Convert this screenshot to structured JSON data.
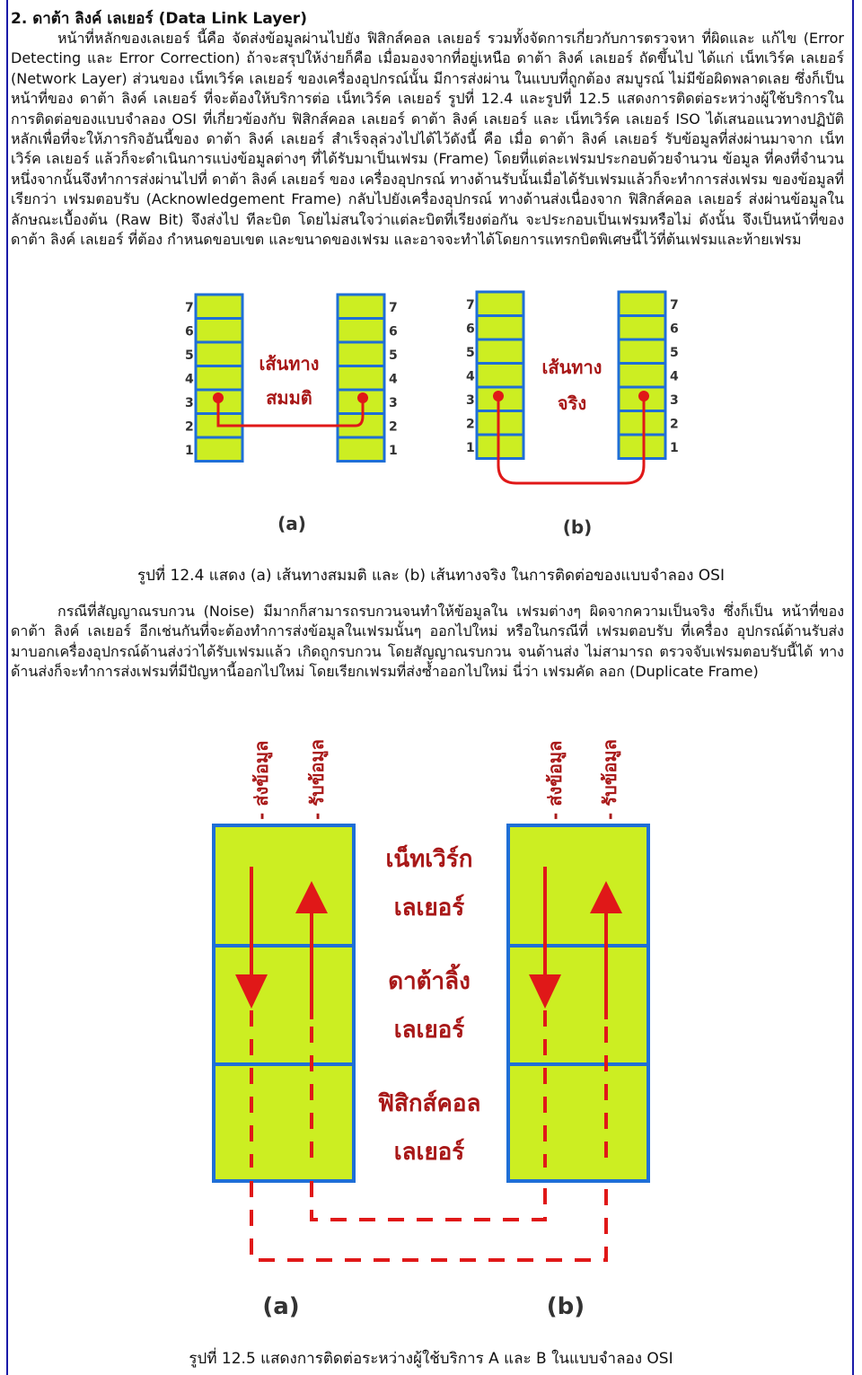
{
  "section": {
    "heading": "2. ดาต้า ลิงค์ เลเยอร์ (Data Link Layer)",
    "para1": "หน้าที่หลักของเลเยอร์ นี้คือ จัดส่งข้อมูลผ่านไปยัง ฟิสิกส์คอล เลเยอร์ รวมทั้งจัดการเกี่ยวกับการตรวจหา ที่ผิดและ แก้ไข (Error Detecting และ Error Correction) ถ้าจะสรุปให้ง่ายก็คือ เมื่อมองจากที่อยู่เหนือ ดาต้า ลิงค์ เลเยอร์ ถัดขึ้นไป ได้แก่ เน็ทเวิร์ค เลเยอร์ (Network Layer) ส่วนของ เน็ทเวิร์ค เลเยอร์ ของเครื่องอุปกรณ์นั้น มีการส่งผ่าน ในแบบที่ถูกต้อง สมบูรณ์ ไม่มีข้อผิดพลาดเลย ซึ่งก็เป็นหน้าที่ของ ดาต้า ลิงค์ เลเยอร์ ที่จะต้องให้บริการต่อ เน็ทเวิร์ค เลเยอร์ รูปที่ 12.4 และรูปที่ 12.5 แสดงการติดต่อระหว่างผู้ใช้บริการในการติดต่อของแบบจำลอง OSI ที่เกี่ยวข้องกับ ฟิสิกส์คอล เลเยอร์ ดาต้า ลิงค์ เลเยอร์ และ เน็ทเวิร์ค เลเยอร์ ISO ได้เสนอแนวทางปฏิบัติหลักเพื่อที่จะให้ภารกิจอันนี้ของ ดาต้า ลิงค์ เลเยอร์ สำเร็จลุล่วงไปได้ไว้ดังนี้ คือ เมื่อ ดาต้า ลิงค์ เลเยอร์ รับข้อมูลที่ส่งผ่านมาจาก เน็ทเวิร์ค เลเยอร์ แล้วก็จะดำเนินการแบ่งข้อมูลต่างๆ ที่ได้รับมาเป็นเฟรม (Frame) โดยที่แต่ละเฟรมประกอบด้วยจำนวน ข้อมูล ที่คงที่จำนวนหนึ่งจากนั้นจึงทำการส่งผ่านไปที่ ดาต้า ลิงค์ เลเยอร์ ของ เครื่องอุปกรณ์ ทางด้านรับนั้นเมื่อได้รับเฟรมแล้วก็จะทำการส่งเฟรม ของข้อมูลที่เรียกว่า เฟรมตอบรับ (Acknowledgement Frame) กลับไปยังเครื่องอุปกรณ์ ทางด้านส่งเนื่องจาก ฟิสิกส์คอล เลเยอร์ ส่งผ่านข้อมูลในลักษณะเบื้องต้น (Raw Bit) จึงส่งไป ทีละบิต โดยไม่สนใจว่าแต่ละบิตที่เรียงต่อกัน จะประกอบเป็นเฟรมหรือไม่ ดังนั้น จึงเป็นหน้าที่ของ ดาต้า ลิงค์ เลเยอร์ ที่ต้อง กำหนดขอบเขต และขนาดของเฟรม และอาจจะทำได้โดยการแทรกบิตพิเศษนี้ไว้ที่ต้นเฟรมและท้ายเฟรม",
    "para2": "กรณีที่สัญญาณรบกวน (Noise) มีมากก็สามารถรบกวนจนทำให้ข้อมูลใน เฟรมต่างๆ ผิดจากความเป็นจริง ซึ่งก็เป็น หน้าที่ของ ดาต้า ลิงค์ เลเยอร์ อีกเช่นกันที่จะต้องทำการส่งข้อมูลในเฟรมนั้นๆ ออกไปใหม่ หรือในกรณีที่ เฟรมตอบรับ ที่เครื่อง อุปกรณ์ด้านรับส่ง มาบอกเครื่องอุปกรณ์ด้านส่งว่าได้รับเฟรมแล้ว เกิดถูกรบกวน โดยสัญญาณรบกวน จนด้านส่ง ไม่สามารถ ตรวจจับเฟรมตอบรับนี้ได้ ทางด้านส่งก็จะทำการส่งเฟรมที่มีปัญหานี้ออกไปใหม่ โดยเรียกเฟรมที่ส่งซ้ำออกไปใหม่ นี่ว่า เฟรมคัด ลอก (Duplicate Frame)"
  },
  "figure1": {
    "levels": [
      "7",
      "6",
      "5",
      "4",
      "3",
      "2",
      "1"
    ],
    "label_a_line1": "เส้นทาง",
    "label_a_line2": "สมมติ",
    "label_b_line1": "เส้นทาง",
    "label_b_line2": "จริง",
    "sub_a": "(a)",
    "sub_b": "(b)",
    "caption": "รูปที่ 12.4 แสดง (a) เส้นทางสมมติ และ (b) เส้นทางจริง ในการติดต่อของแบบจำลอง OSI"
  },
  "figure2": {
    "send_label": "- ส่งข้อมูล",
    "recv_label": "- รับข้อมูล",
    "layer1_line1": "เน็ทเวิร์ก",
    "layer1_line2": "เลเยอร์",
    "layer2_line1": "ดาต้าลิ้ง",
    "layer2_line2": "เลเยอร์",
    "layer3_line1": "ฟิสิกส์คอล",
    "layer3_line2": "เลเยอร์",
    "sub_a": "(a)",
    "sub_b": "(b)",
    "caption": "รูปที่ 12.5 แสดงการติดต่อระหว่างผู้ใช้บริการ A และ B ในแบบจำลอง OSI"
  },
  "colors": {
    "border": "#1a1aa8",
    "box_fill": "#ccee22",
    "box_stroke": "#1f6fd6",
    "path_red": "#e01818",
    "label_red": "#a81818"
  }
}
